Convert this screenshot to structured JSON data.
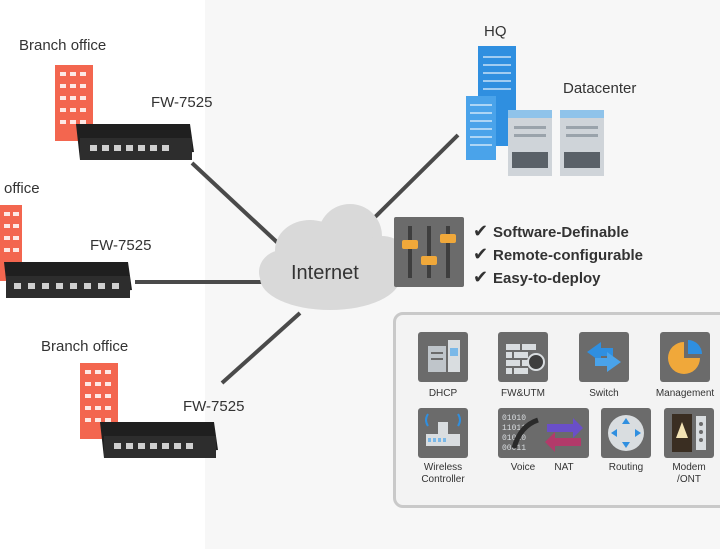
{
  "branches": [
    {
      "office_label": "Branch office",
      "device_label": "FW-7525"
    },
    {
      "office_label": "office",
      "device_label": "FW-7525"
    },
    {
      "office_label": "Branch office",
      "device_label": "FW-7525"
    }
  ],
  "cloud_label": "Internet",
  "hq_label": "HQ",
  "datacenter_label": "Datacenter",
  "features": [
    "Software-Definable",
    "Remote-configurable",
    "Easy-to-deploy"
  ],
  "services": [
    {
      "label": "DHCP",
      "icon": "dhcp-server-icon"
    },
    {
      "label": "FW&UTM",
      "icon": "firewall-icon"
    },
    {
      "label": "Switch",
      "icon": "switch-icon"
    },
    {
      "label": "Management",
      "icon": "management-icon"
    },
    {
      "label": "Wireless\nController",
      "icon": "wireless-controller-icon"
    },
    {
      "label": "Voice",
      "icon": "voice-icon"
    },
    {
      "label": "NAT",
      "icon": "nat-icon"
    },
    {
      "label": "Routing",
      "icon": "routing-icon"
    },
    {
      "label": "Modem\n/ONT",
      "icon": "modem-icon"
    }
  ],
  "colors": {
    "building_branch": "#f3664f",
    "building_hq": "#2f8fe0",
    "server": "#cfd4d9",
    "device": "#2a2a2a",
    "connector": "#4a4a4a",
    "cloud": "#d9d9d9"
  }
}
